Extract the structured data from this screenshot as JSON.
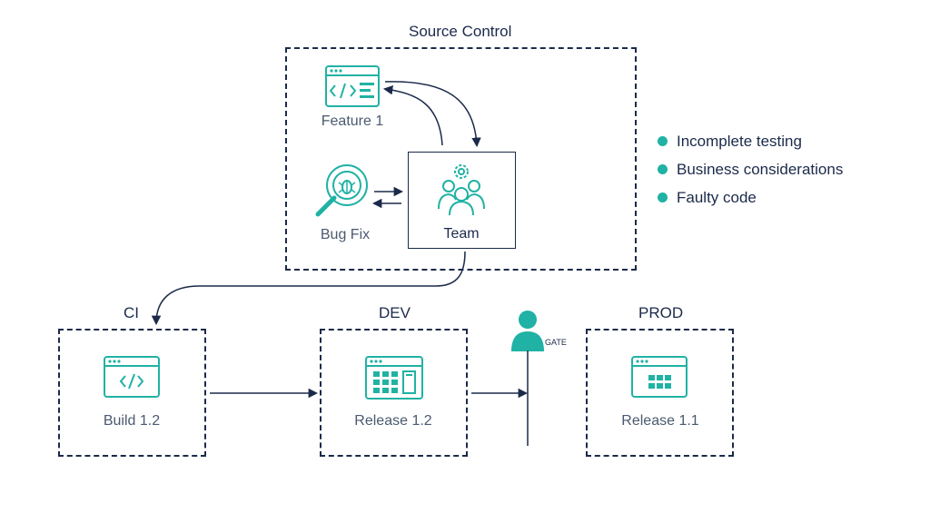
{
  "colors": {
    "accent": "#20b2a4",
    "line": "#1b2a4a"
  },
  "source_control": {
    "title": "Source Control",
    "feature": {
      "label": "Feature 1",
      "icon": "code-window-icon"
    },
    "bugfix": {
      "label": "Bug Fix",
      "icon": "bug-magnifier-icon"
    },
    "team": {
      "label": "Team",
      "icon": "team-gear-icon"
    }
  },
  "stages": [
    {
      "title": "CI",
      "label": "Build 1.2",
      "icon": "code-window-icon"
    },
    {
      "title": "DEV",
      "label": "Release 1.2",
      "icon": "app-grid-window-icon"
    },
    {
      "title": "PROD",
      "label": "Release 1.1",
      "icon": "app-grid-window-icon"
    }
  ],
  "gate": {
    "label": "GATE",
    "icon": "person-icon"
  },
  "legend": [
    "Incomplete testing",
    "Business considerations",
    "Faulty code"
  ]
}
